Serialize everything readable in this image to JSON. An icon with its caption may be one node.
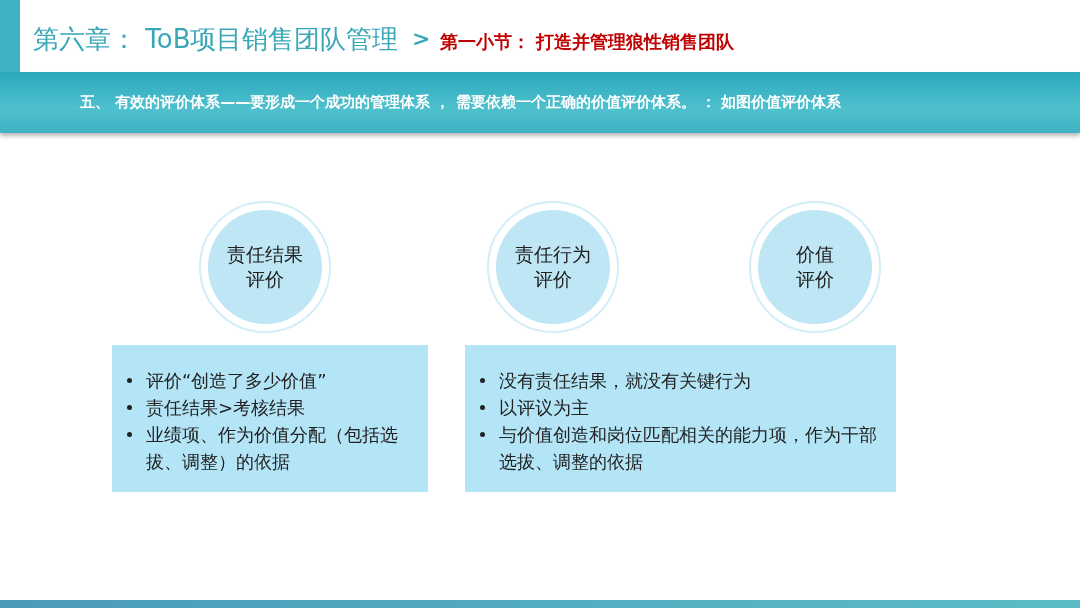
{
  "diagram": {
    "title": "第六章： ToB项目销售团队管理",
    "nodes": [
      {
        "text": [
          "责任结果评价"
        ]
      },
      {
        "text": [
          "责任行为评价"
        ]
      },
      {
        "text": [
          "价值评价"
        ]
      },
      {
        "text": [
          "评价“创造了多少价值”",
          "责任结果>考核结果",
          "业绩项、作为价值分配（包括选拔、调整）的依据"
        ]
      },
      {
        "text": [
          "没有责任结果，就没有关键行为",
          "以评议为主",
          "与价值创造和岗位匹配相关的能力项，作为干部选拔、调整的依据"
        ]
      }
    ],
    "labels": [
      ">",
      "第一小节： 打造并管理狼性销售团队",
      "五、 有效的评价体系——要形成一个成功的管理体系 ， 需要依赖一个正确的价值评价体系。 ： 如图价值评价体系"
    ]
  }
}
